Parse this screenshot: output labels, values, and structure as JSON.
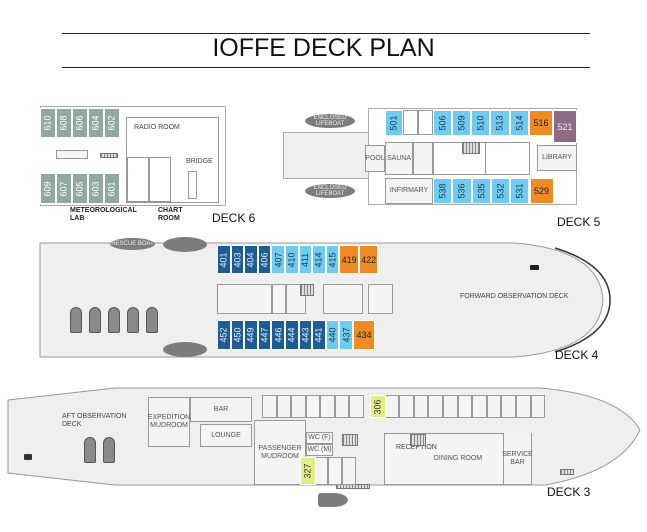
{
  "title": "IOFFE DECK PLAN",
  "colors": {
    "dark_blue": "#1d5d93",
    "light_blue": "#6fcbef",
    "orange": "#ef8a25",
    "purple": "#8d6a85",
    "yellow": "#e3ee86",
    "sage": "#8fa99f"
  },
  "deck6": {
    "label": "DECK 6",
    "rooms": {
      "radio": "RADIO ROOM",
      "bridge": "BRIDGE",
      "met_lab": "METEOROLOGICAL LAB",
      "chart": "CHART ROOM"
    },
    "top_cabins": [
      "610",
      "608",
      "606",
      "604",
      "602"
    ],
    "bottom_cabins": [
      "609",
      "607",
      "605",
      "603",
      "601"
    ]
  },
  "deck5": {
    "label": "DECK 5",
    "lifeboat": "ENCLOSED LIFEBOAT",
    "rooms": {
      "pool": "POOL",
      "sauna": "SAUNA",
      "library": "LIBRARY",
      "infirmary": "INFIRMARY"
    },
    "top_cabins": [
      {
        "n": "501",
        "c": "light_blue"
      },
      {
        "n": "506",
        "c": "light_blue"
      },
      {
        "n": "509",
        "c": "light_blue"
      },
      {
        "n": "510",
        "c": "light_blue"
      },
      {
        "n": "513",
        "c": "light_blue"
      },
      {
        "n": "514",
        "c": "light_blue"
      },
      {
        "n": "516",
        "c": "orange"
      },
      {
        "n": "521",
        "c": "purple"
      }
    ],
    "bottom_cabins": [
      {
        "n": "538",
        "c": "light_blue"
      },
      {
        "n": "536",
        "c": "light_blue"
      },
      {
        "n": "535",
        "c": "light_blue"
      },
      {
        "n": "532",
        "c": "light_blue"
      },
      {
        "n": "531",
        "c": "light_blue"
      },
      {
        "n": "529",
        "c": "orange"
      }
    ]
  },
  "deck4": {
    "label": "DECK 4",
    "rescue_boat": "RESCUE BOAT",
    "forward": "FORWARD OBSERVATION DECK",
    "top_cabins": [
      {
        "n": "401",
        "c": "dark_blue"
      },
      {
        "n": "403",
        "c": "dark_blue"
      },
      {
        "n": "404",
        "c": "dark_blue"
      },
      {
        "n": "406",
        "c": "dark_blue"
      },
      {
        "n": "407",
        "c": "light_blue"
      },
      {
        "n": "410",
        "c": "light_blue"
      },
      {
        "n": "411",
        "c": "light_blue"
      },
      {
        "n": "414",
        "c": "light_blue"
      },
      {
        "n": "415",
        "c": "light_blue"
      },
      {
        "n": "419",
        "c": "orange"
      },
      {
        "n": "422",
        "c": "orange"
      }
    ],
    "bottom_cabins": [
      {
        "n": "452",
        "c": "dark_blue"
      },
      {
        "n": "450",
        "c": "dark_blue"
      },
      {
        "n": "449",
        "c": "dark_blue"
      },
      {
        "n": "447",
        "c": "dark_blue"
      },
      {
        "n": "446",
        "c": "dark_blue"
      },
      {
        "n": "444",
        "c": "dark_blue"
      },
      {
        "n": "443",
        "c": "dark_blue"
      },
      {
        "n": "441",
        "c": "dark_blue"
      },
      {
        "n": "440",
        "c": "light_blue"
      },
      {
        "n": "437",
        "c": "light_blue"
      },
      {
        "n": "434",
        "c": "orange"
      }
    ]
  },
  "deck3": {
    "label": "DECK 3",
    "rooms": {
      "aft": "AFT OBSERVATION DECK",
      "bar": "BAR",
      "expedition": "EXPEDITION MUDROOM",
      "lounge": "LOUNGE",
      "passenger": "PASSENGER MUDROOM",
      "wcf": "WC (F)",
      "wcm": "WC (M)",
      "reception": "RECEPTION",
      "dining": "DINING ROOM",
      "service": "SERVICE BAR"
    },
    "cabin_306": "306",
    "cabin_327": "327"
  }
}
